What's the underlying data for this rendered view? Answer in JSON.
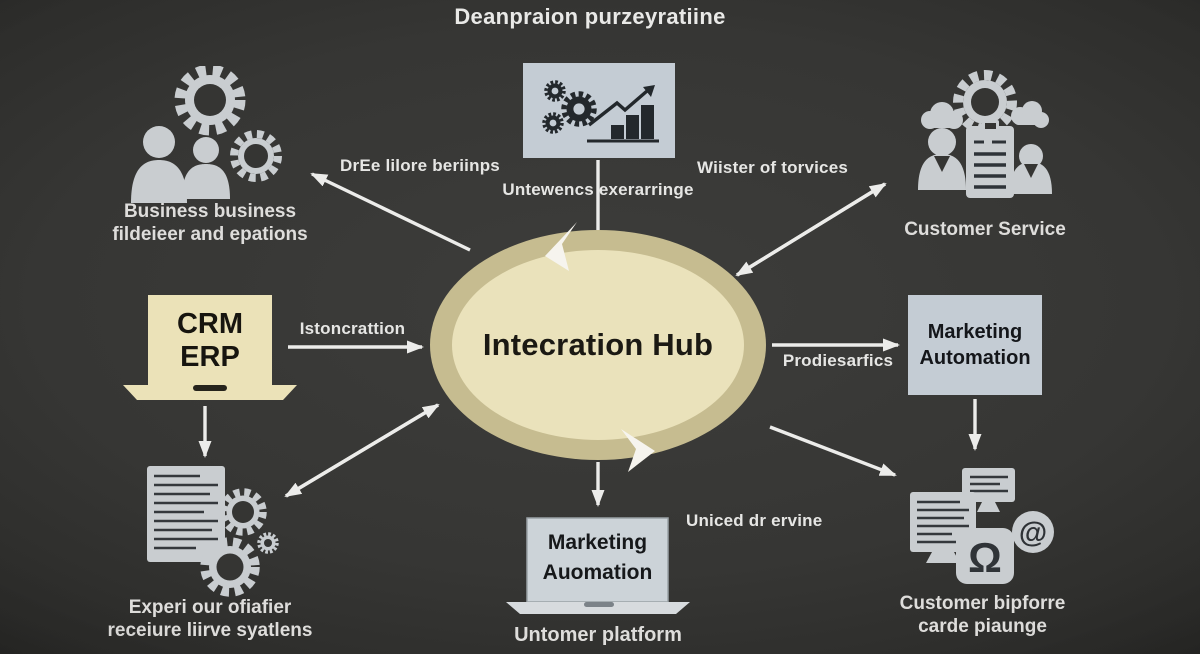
{
  "title": "Deanpraion purzeyratiine",
  "hub": {
    "label": "Intecration Hub"
  },
  "labels": {
    "top_left_arrow": "DrEe lilore beriinps",
    "top_center_arrow": "Untewencs exerarringe",
    "top_right_arrow": "Wiister of torvices",
    "left_arrow": "Istoncrattion",
    "right_arrow": "Prodiesarfics",
    "bottom_center_side": "Uniced dr ervine"
  },
  "nodes": {
    "business_operations": {
      "caption_line1": "Business business",
      "caption_line2": "fildeieer and epations"
    },
    "customer_service": {
      "caption": "Customer Service"
    },
    "crm_erp": {
      "line1": "CRM",
      "line2": "ERP"
    },
    "marketing_automation_box": {
      "line1": "Marketing",
      "line2": "Automation"
    },
    "document_systems": {
      "caption_line1": "Experi our ofiafier",
      "caption_line2": "receiure liirve syatlens"
    },
    "marketing_laptop": {
      "line1": "Marketing",
      "line2": "Auomation",
      "caption": "Untomer platform"
    },
    "customer_channels": {
      "caption_line1": "Customer bipforre",
      "caption_line2": "carde piaunge"
    }
  },
  "icons": {
    "at_glyph": "@",
    "lock_glyph": "Ω"
  },
  "colors": {
    "background": "#353533",
    "hub_outer": "#c6bc90",
    "hub_inner": "#eae2bb",
    "icon_gray": "#c9cdd0",
    "panel_blue_gray": "#c4ccd4",
    "laptop_cream": "#ebe2b8",
    "arrow_white": "#ececea"
  }
}
